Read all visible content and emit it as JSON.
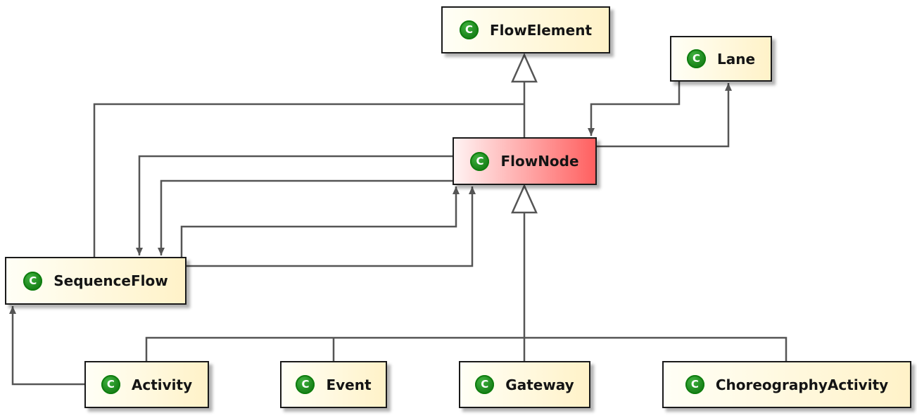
{
  "diagram": {
    "classes": {
      "flow_element": {
        "stereotype": "C",
        "name": "FlowElement"
      },
      "lane": {
        "stereotype": "C",
        "name": "Lane"
      },
      "flow_node": {
        "stereotype": "C",
        "name": "FlowNode"
      },
      "sequence_flow": {
        "stereotype": "C",
        "name": "SequenceFlow"
      },
      "activity": {
        "stereotype": "C",
        "name": "Activity"
      },
      "event": {
        "stereotype": "C",
        "name": "Event"
      },
      "gateway": {
        "stereotype": "C",
        "name": "Gateway"
      },
      "choreography_activity": {
        "stereotype": "C",
        "name": "ChoreographyActivity"
      }
    },
    "highlighted_class": "FlowNode",
    "colors": {
      "box_fill": "#fff2c8",
      "highlight_fill": "#ff6060",
      "badge": "#1f8a1f",
      "line": "#555555"
    }
  }
}
